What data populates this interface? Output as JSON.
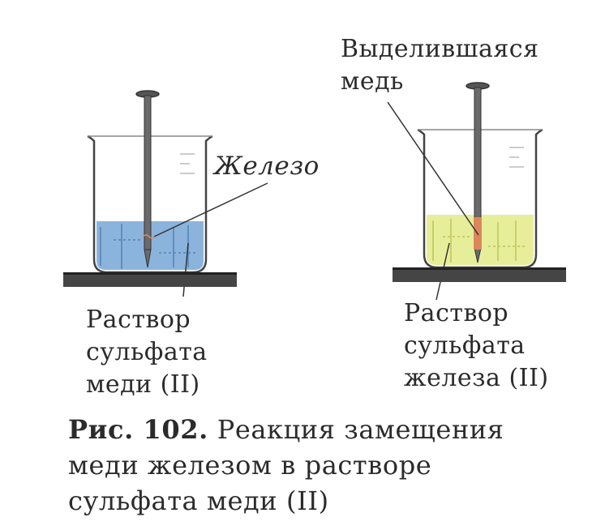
{
  "left_setup": {
    "iron_label": "Железо",
    "solution_label": [
      "Раствор",
      "сульфата",
      "меди (II)"
    ],
    "solution_color": "#8bb4dc"
  },
  "right_setup": {
    "copper_label": [
      "Выделившаяся",
      "медь"
    ],
    "solution_label": [
      "Раствор",
      "сульфата",
      "железа (II)"
    ],
    "solution_color": "#e6ee9a",
    "copper_color": "#e98b5a"
  },
  "caption": {
    "number": "Рис. 102.",
    "text_lines": [
      "Реакция замещения",
      "меди железом в растворе",
      "сульфата меди (II)"
    ]
  }
}
